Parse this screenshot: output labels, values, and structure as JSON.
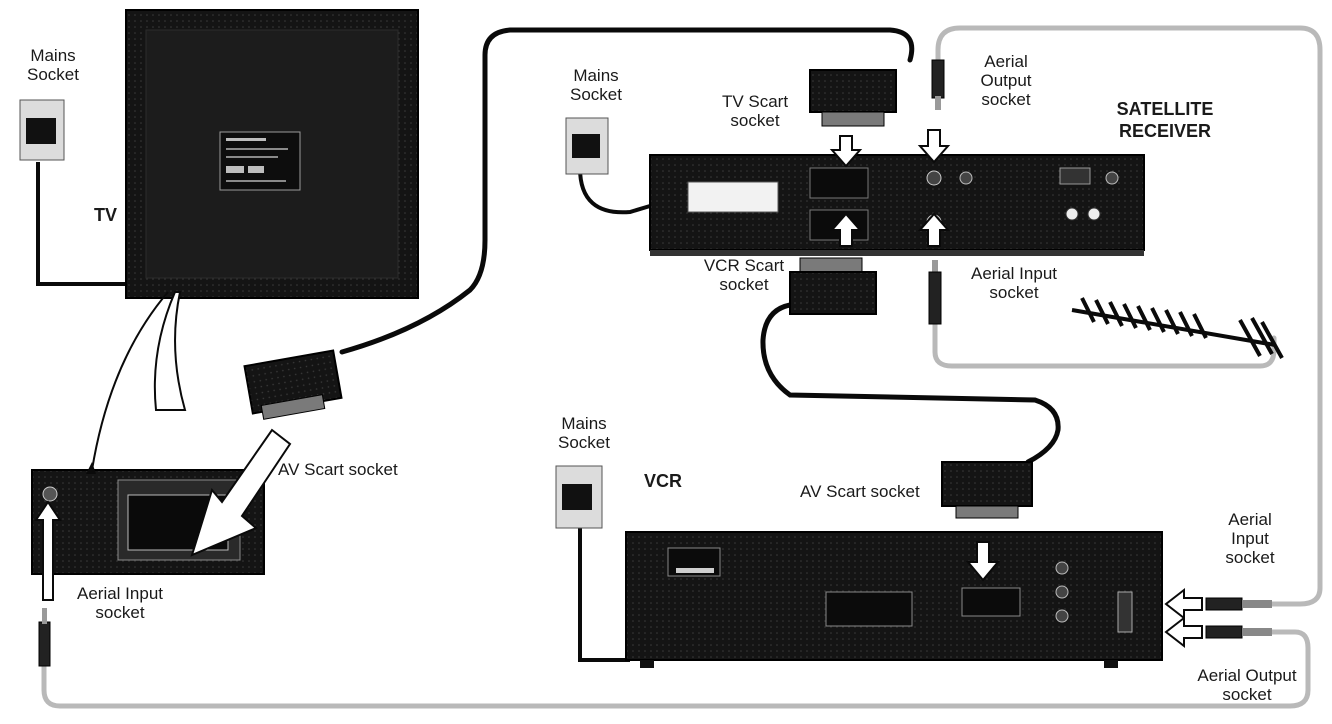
{
  "devices": {
    "tv": "TV",
    "satellite_receiver": "SATELLITE\nRECEIVER",
    "vcr": "VCR"
  },
  "labels": {
    "tv_mains_socket": "Mains\nSocket",
    "sat_mains_socket": "Mains\nSocket",
    "vcr_mains_socket": "Mains\nSocket",
    "sat_tv_scart": "TV Scart\nsocket",
    "sat_vcr_scart": "VCR Scart\nsocket",
    "sat_aerial_output": "Aerial\nOutput\nsocket",
    "sat_aerial_input": "Aerial Input\nsocket",
    "tv_av_scart": "AV Scart socket",
    "tv_aerial_input": "Aerial Input\nsocket",
    "vcr_av_scart": "AV Scart socket",
    "vcr_aerial_input": "Aerial\nInput\nsocket",
    "vcr_aerial_output": "Aerial Output\nsocket"
  },
  "colors": {
    "device": "#141414",
    "cable": "#0a0a0a",
    "coax": "#b9b9b9",
    "ink": "#1a1a1a"
  }
}
